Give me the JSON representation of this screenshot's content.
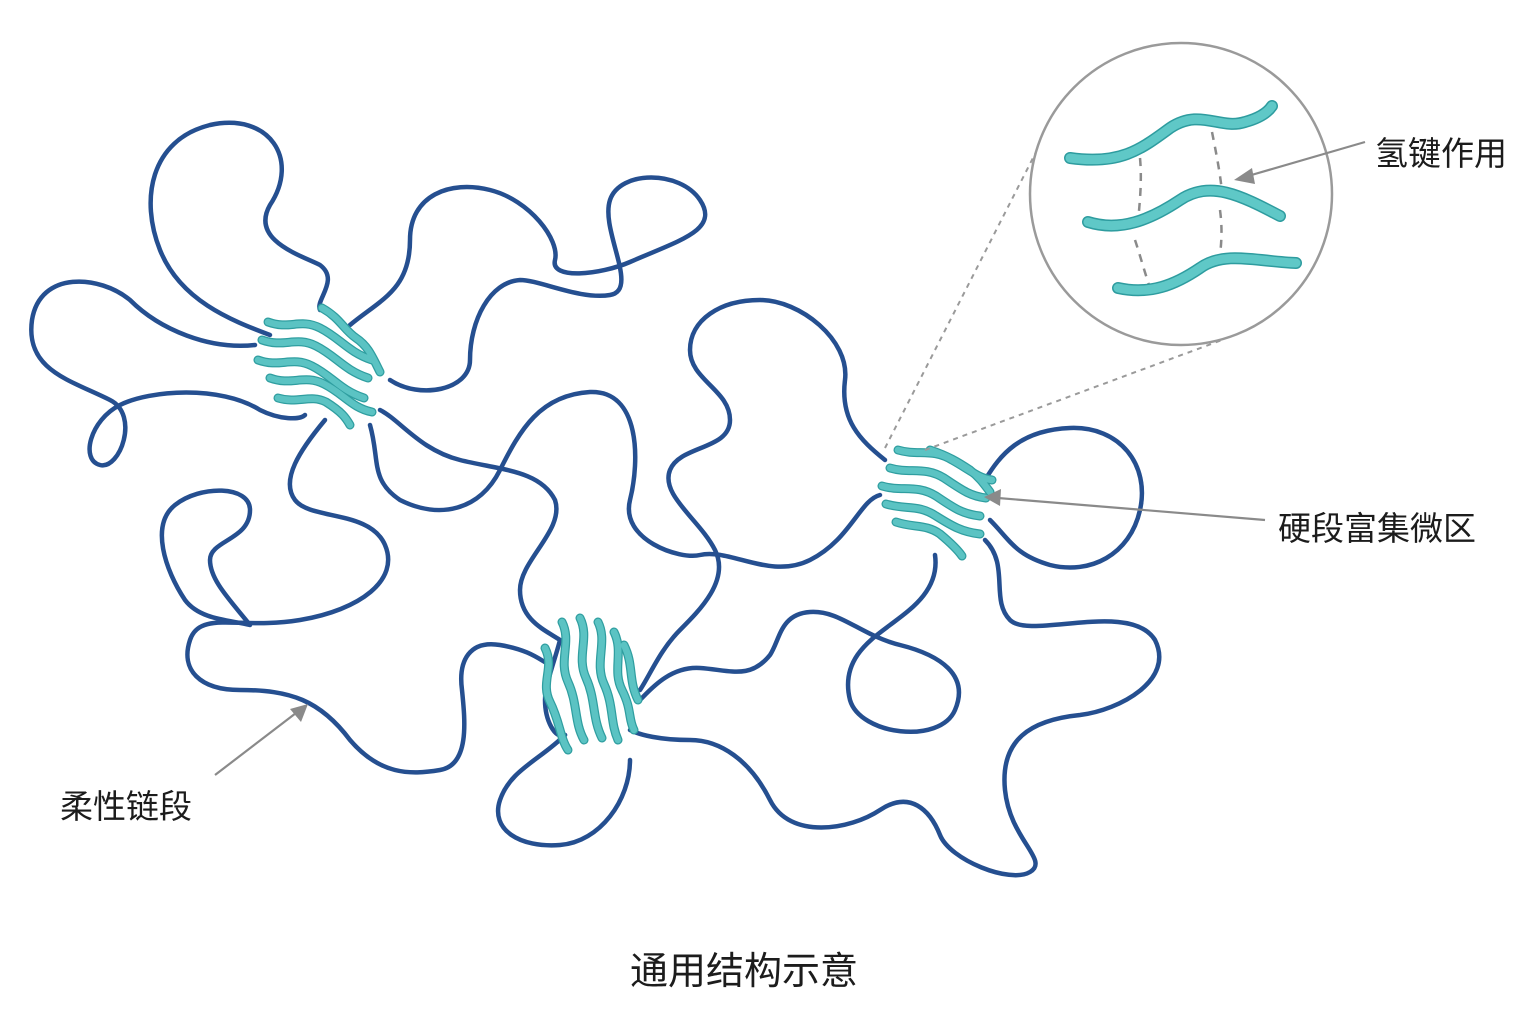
{
  "labels": {
    "hydrogen_bond": "氢键作用",
    "hard_segment_domain": "硬段富集微区",
    "soft_segment": "柔性链段",
    "caption": "通用结构示意"
  },
  "colors": {
    "soft_chain": "#254f90",
    "hard_segment": "#5bc3c3",
    "hard_segment_edge": "#2f9ea0",
    "annotation_gray": "#8a8a8a"
  }
}
